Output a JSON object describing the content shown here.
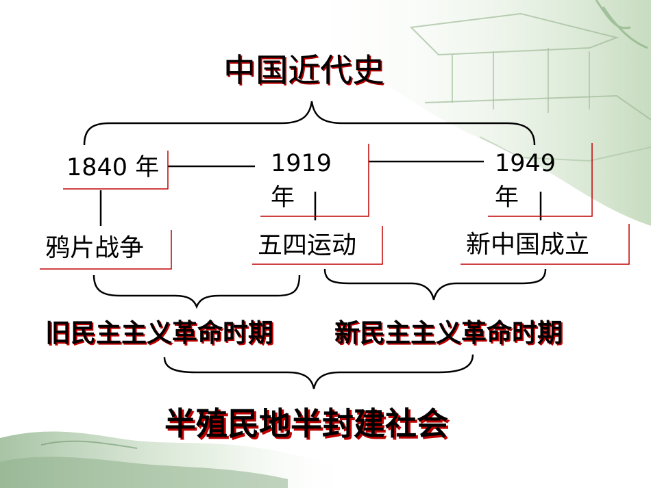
{
  "title": "中国近代史",
  "years": {
    "y1840": "1840 年",
    "y1919_num": "1919",
    "y1919_unit": "年",
    "y1949_num": "1949",
    "y1949_unit": "年"
  },
  "events": {
    "opium_war": "鸦片战争",
    "may_fourth": "五四运动",
    "new_china": "新中国成立"
  },
  "periods": {
    "old_democratic": "旧民主主义革命时期",
    "new_democratic": "新民主主义革命时期"
  },
  "society": "半殖民地半封建社会",
  "colors": {
    "accent_red": "#c00000",
    "line": "#000000",
    "bg_green": "#cfe3c9"
  }
}
